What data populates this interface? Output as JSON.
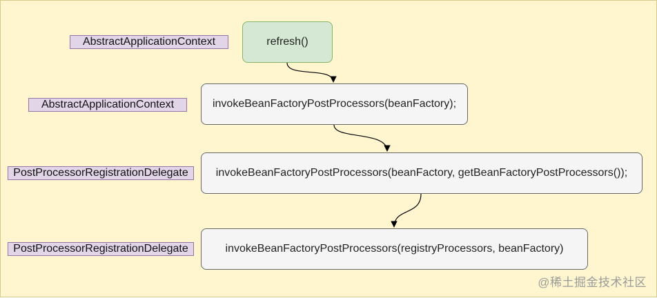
{
  "diagram": {
    "labels": [
      {
        "text": "AbstractApplicationContext"
      },
      {
        "text": "AbstractApplicationContext"
      },
      {
        "text": "PostProcessorRegistrationDelegate"
      },
      {
        "text": "PostProcessorRegistrationDelegate"
      }
    ],
    "nodes": [
      {
        "text": "refresh()"
      },
      {
        "text": "invokeBeanFactoryPostProcessors(beanFactory);"
      },
      {
        "text": "invokeBeanFactoryPostProcessors(beanFactory, getBeanFactoryPostProcessors());"
      },
      {
        "text": "invokeBeanFactoryPostProcessors(registryProcessors, beanFactory)"
      }
    ],
    "edges": [
      {
        "from": "refresh()",
        "to": "invokeBeanFactoryPostProcessors(beanFactory);"
      },
      {
        "from": "invokeBeanFactoryPostProcessors(beanFactory);",
        "to": "invokeBeanFactoryPostProcessors(beanFactory, getBeanFactoryPostProcessors());"
      },
      {
        "from": "invokeBeanFactoryPostProcessors(beanFactory, getBeanFactoryPostProcessors());",
        "to": "invokeBeanFactoryPostProcessors(registryProcessors, beanFactory)"
      }
    ]
  },
  "watermark": "@稀土掘金技术社区",
  "colors": {
    "background": "#fff6cf",
    "label_fill": "#e1d5e7",
    "label_border": "#9673a6",
    "start_fill": "#d5e8d4",
    "start_border": "#82b366",
    "node_fill": "#f5f5f5",
    "node_border": "#666666"
  }
}
